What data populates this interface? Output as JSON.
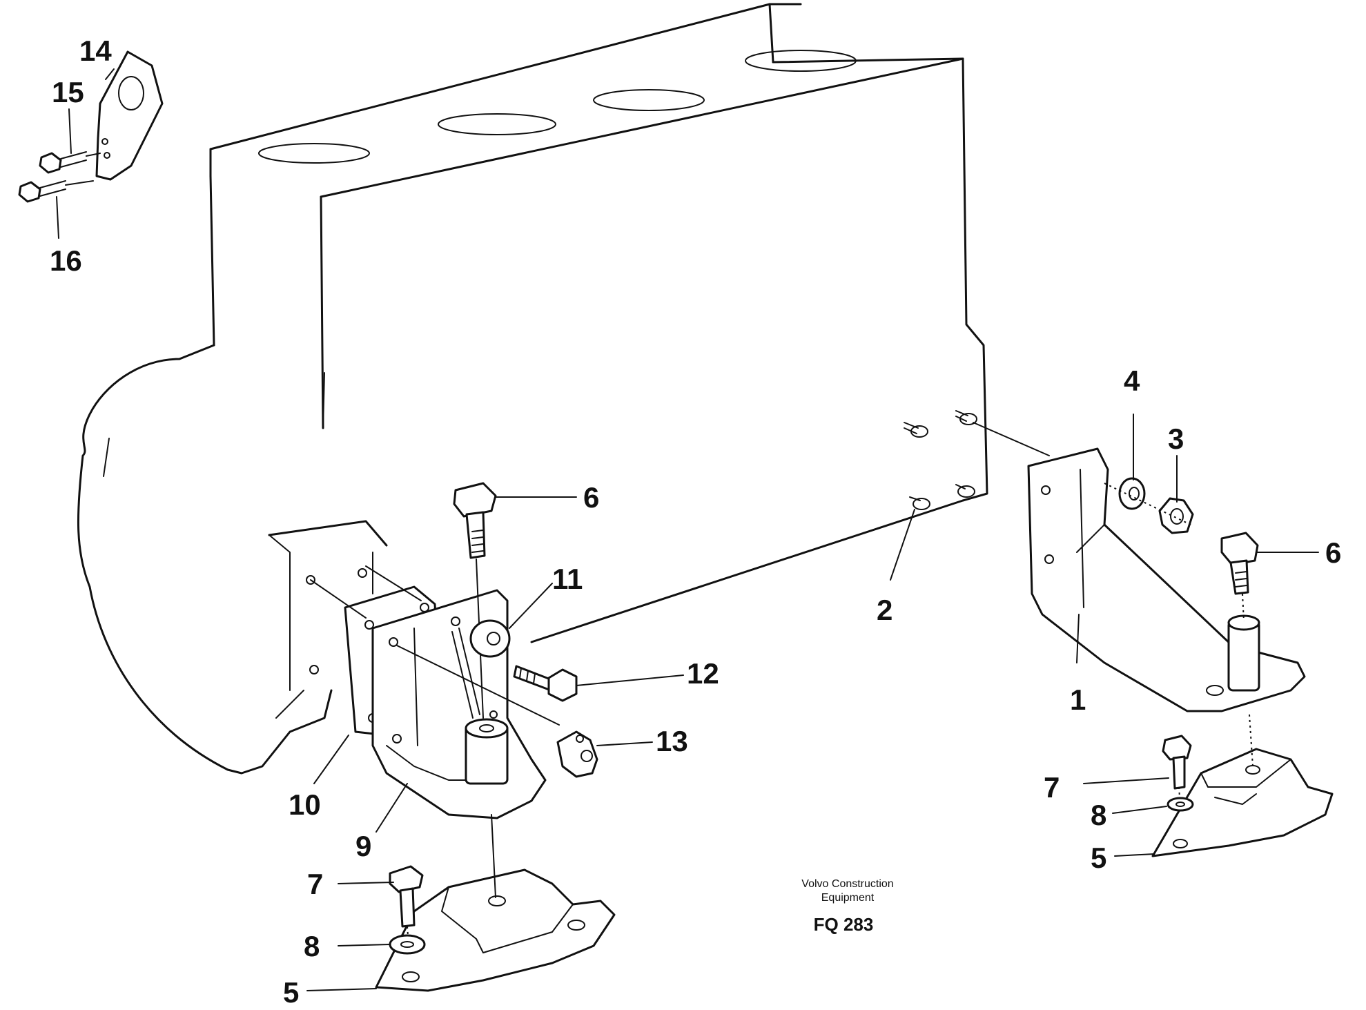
{
  "callouts": {
    "c1": "1",
    "c2": "2",
    "c3": "3",
    "c4": "4",
    "c5a": "5",
    "c5b": "5",
    "c6a": "6",
    "c6b": "6",
    "c7a": "7",
    "c7b": "7",
    "c8a": "8",
    "c8b": "8",
    "c9": "9",
    "c10": "10",
    "c11": "11",
    "c12": "12",
    "c13": "13",
    "c14": "14",
    "c15": "15",
    "c16": "16"
  },
  "caption": {
    "line1": "Volvo Construction",
    "line2": "Equipment",
    "code": "FQ 283"
  }
}
